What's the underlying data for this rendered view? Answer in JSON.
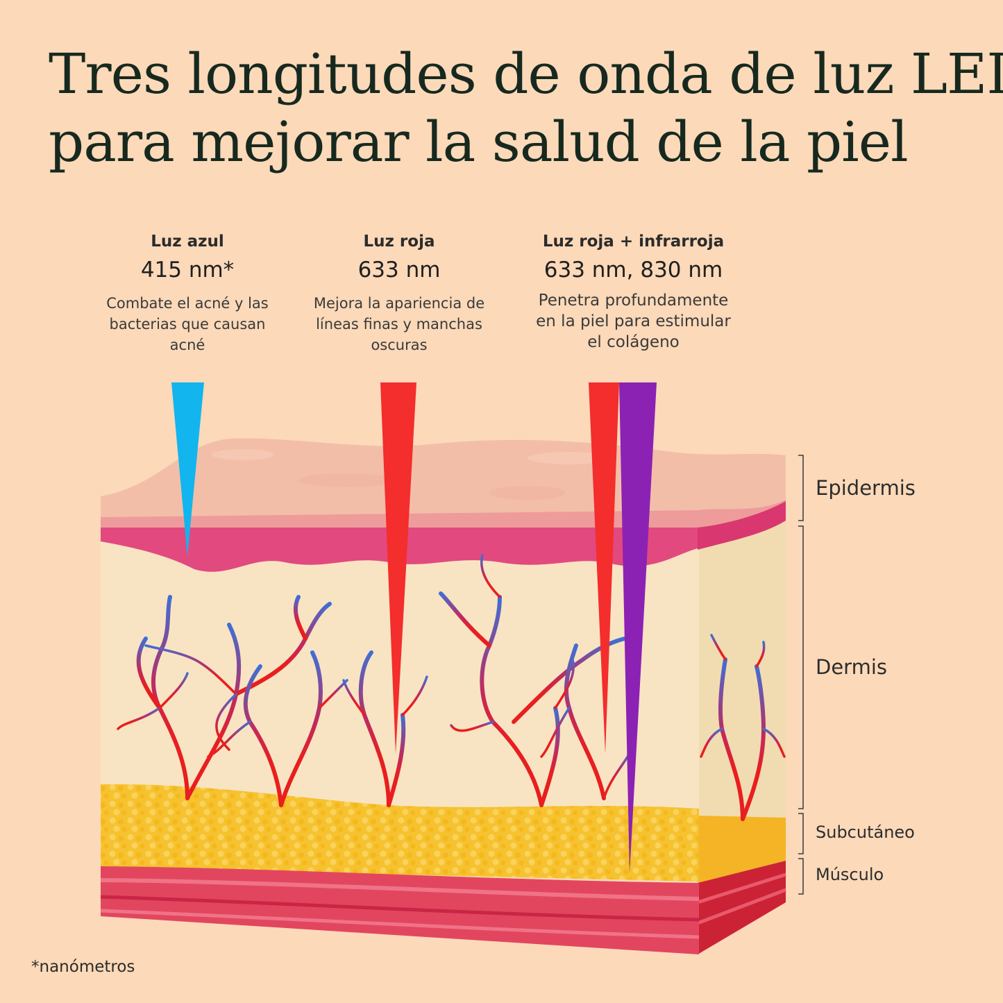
{
  "title": {
    "line1": "Tres longitudes de onda de luz LED",
    "line2": "para mejorar la salud de la piel"
  },
  "lights": [
    {
      "name": "Luz azul",
      "wavelength": "415 nm*",
      "description": [
        "Combate el acné y las",
        "bacterias que causan",
        "acné"
      ],
      "color": "#12b5ee"
    },
    {
      "name": "Luz roja",
      "wavelength": "633 nm",
      "description": [
        "Mejora la apariencia de",
        "líneas finas y manchas",
        "oscuras"
      ],
      "color": "#f42d2d"
    },
    {
      "name": "Luz roja + infrarroja",
      "wavelength": "633 nm, 830 nm",
      "description": [
        "Penetra profundamente",
        "en la piel para estimular",
        "el colágeno"
      ],
      "color": "#8b22b4"
    }
  ],
  "layers": [
    {
      "label": "Epidermis"
    },
    {
      "label": "Dermis"
    },
    {
      "label": "Subcutáneo"
    },
    {
      "label": "Músculo"
    }
  ],
  "footnote": "*nanómetros"
}
